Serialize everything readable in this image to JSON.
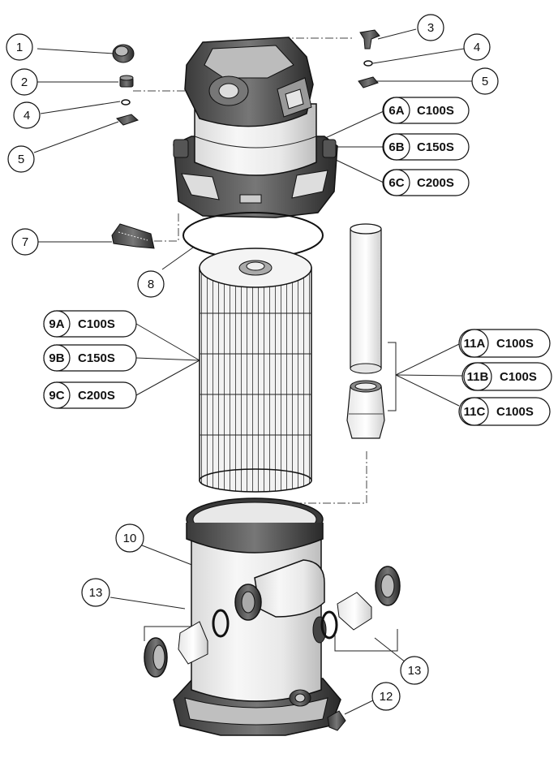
{
  "callouts": {
    "c1": "1",
    "c2": "2",
    "c3": "3",
    "c4a": "4",
    "c4b": "4",
    "c5a": "5",
    "c5b": "5",
    "c7": "7",
    "c8": "8",
    "c10": "10",
    "c12": "12",
    "c13a": "13",
    "c13b": "13"
  },
  "model_labels": {
    "m6a": {
      "id": "6A",
      "model": "C100S"
    },
    "m6b": {
      "id": "6B",
      "model": "C150S"
    },
    "m6c": {
      "id": "6C",
      "model": "C200S"
    },
    "m9a": {
      "id": "9A",
      "model": "C100S"
    },
    "m9b": {
      "id": "9B",
      "model": "C150S"
    },
    "m9c": {
      "id": "9C",
      "model": "C200S"
    },
    "m11a": {
      "id": "11A",
      "model": "C100S"
    },
    "m11b": {
      "id": "11B",
      "model": "C100S"
    },
    "m11c": {
      "id": "11C",
      "model": "C100S"
    }
  }
}
